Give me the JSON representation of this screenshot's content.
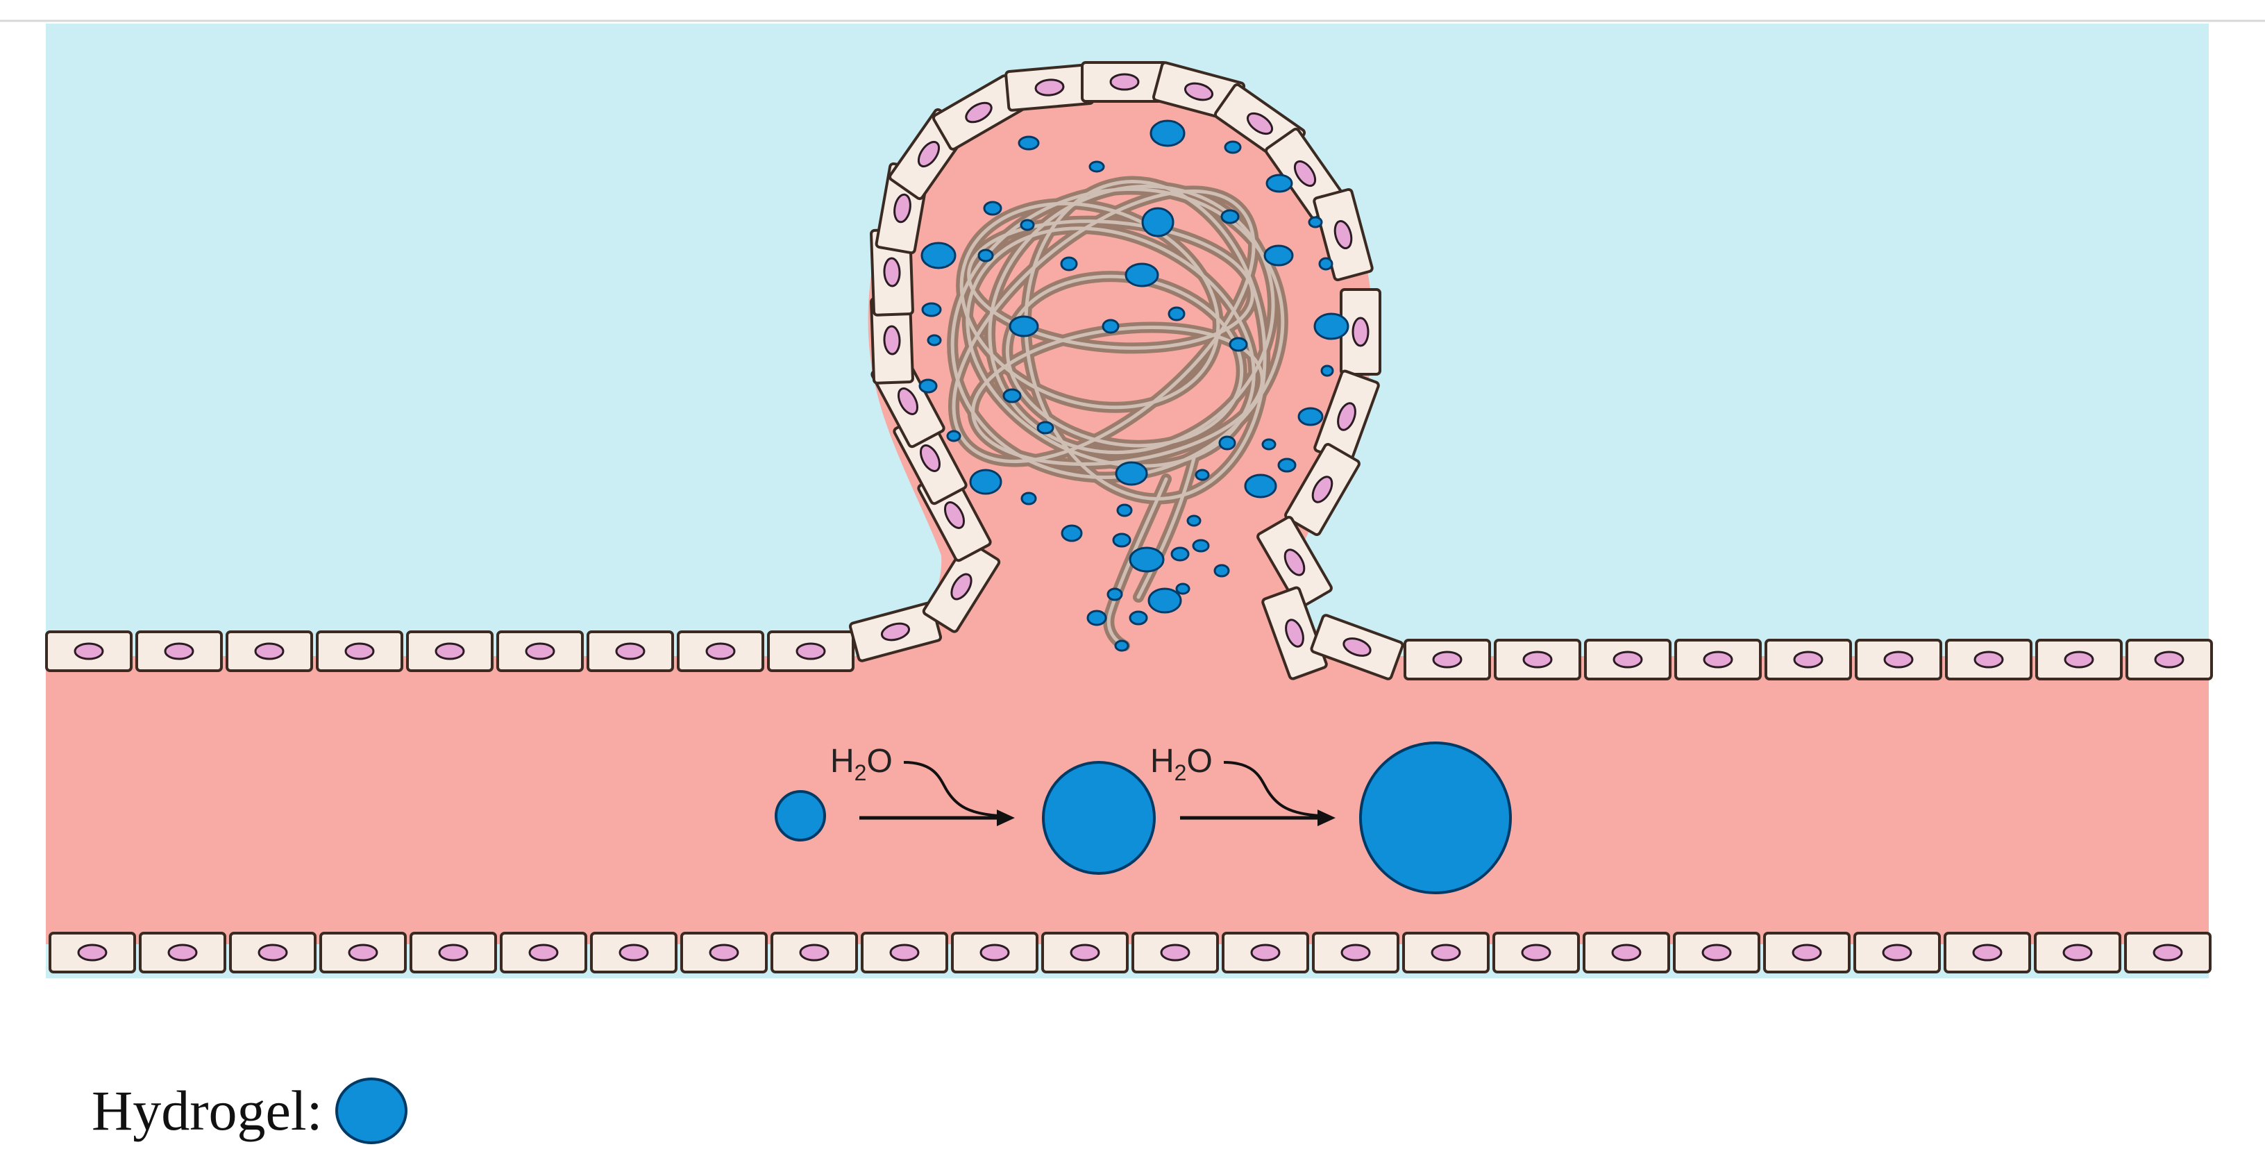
{
  "colors": {
    "lumen_fluid": "#cbeef4",
    "blood": "#f8aba4",
    "cell_fill": "#f6ece3",
    "cell_border": "#3a2a22",
    "nucleus_fill": "#e7a7d6",
    "nucleus_border": "#2b1b22",
    "hydrogel_fill": "#0f8fd8",
    "hydrogel_border": "#003a66",
    "coil_wire": "#9a8274",
    "coil_highlight": "#d9cbc1",
    "arrow": "#111111"
  },
  "icons": {
    "aneurysm_coil": "tangled-coil-icon",
    "hydrogel_particle": "blue-circle-icon"
  },
  "swelling_sequence": {
    "stages": [
      {
        "name": "hydrogel-small"
      },
      {
        "name": "hydrogel-medium"
      },
      {
        "name": "hydrogel-large"
      }
    ],
    "transitions": [
      {
        "label_main": "H",
        "label_sub": "2",
        "label_end": "O"
      },
      {
        "label_main": "H",
        "label_sub": "2",
        "label_end": "O"
      }
    ]
  },
  "legend": {
    "label": "Hydrogel:"
  }
}
